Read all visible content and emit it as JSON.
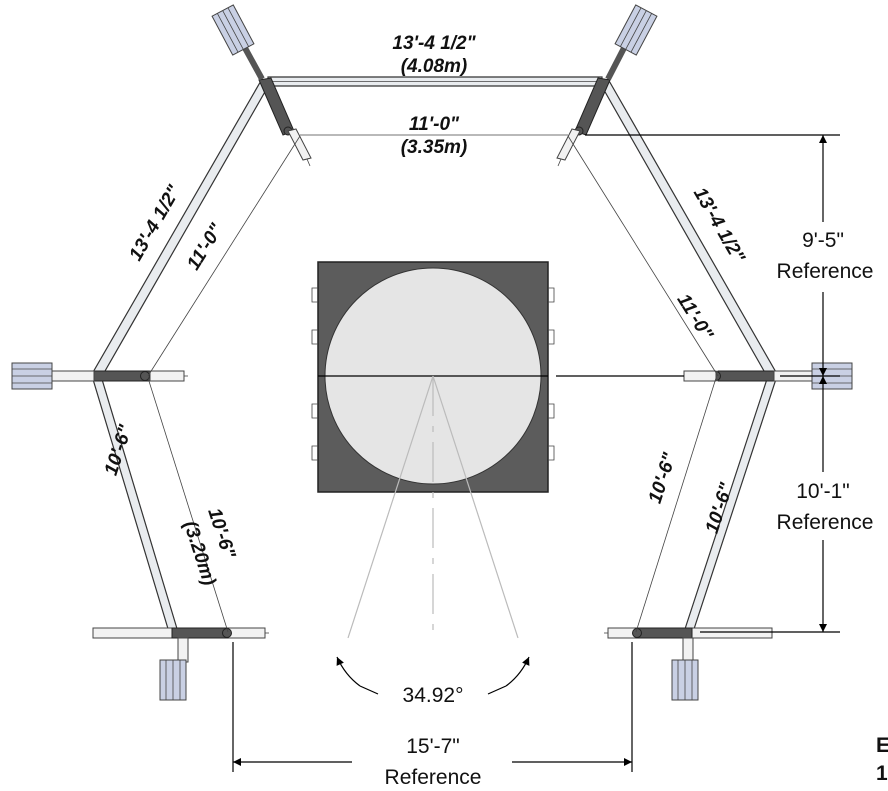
{
  "dimensions": {
    "top_outer": "13'-4 1/2\"",
    "top_outer_metric": "(4.08m)",
    "top_inner": "11'-0\"",
    "top_inner_metric": "(3.35m)",
    "left_upper_outer": "13'-4 1/2\"",
    "left_upper_inner": "11'-0\"",
    "right_upper_outer": "13'-4 1/2\"",
    "right_upper_inner": "11'-0\"",
    "left_lower_outer": "10'-6\"",
    "left_lower_inner": "10'-6\"",
    "left_lower_inner_metric": "(3.20m)",
    "right_lower_outer": "10'-6\"",
    "right_lower_inner": "10'-6\""
  },
  "references": {
    "upper_right_value": "9'-5\"",
    "upper_right_label": "Reference",
    "lower_right_value": "10'-1\"",
    "lower_right_label": "Reference",
    "bottom_value": "15'-7\"",
    "bottom_label": "Reference"
  },
  "angle": "34.92°",
  "cut_text": {
    "line1": "E",
    "line2": "1"
  },
  "colors": {
    "stage_outer": "#5c5c5c",
    "stage_inner": "#e5e5e5",
    "fixture": "#c9d0e4"
  }
}
